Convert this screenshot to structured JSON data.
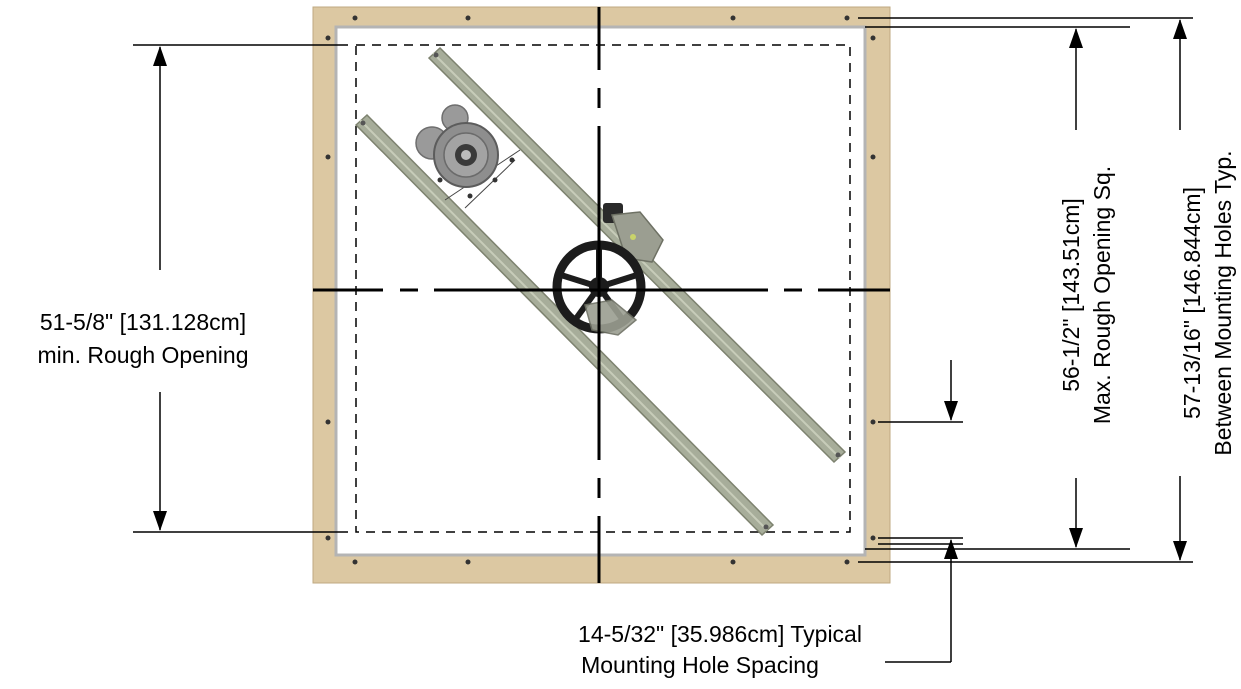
{
  "dimensions": {
    "min_rough_opening": {
      "line1": "51-5/8\" [131.128cm]",
      "line2": "min. Rough Opening"
    },
    "max_rough_opening": {
      "line1": "56-1/2\" [143.51cm]",
      "line2": "Max. Rough Opening Sq."
    },
    "between_mounting_holes": {
      "line1": "57-13/16\" [146.844cm]",
      "line2": "Between Mounting Holes Typ."
    },
    "mounting_hole_spacing": {
      "line1": "14-5/32\" [35.986cm] Typical",
      "line2": "Mounting Hole Spacing"
    }
  },
  "colors": {
    "frame": "#dcc8a2",
    "frame_edge": "#bfa982",
    "opening": "#ffffff",
    "rail": "#a7ad9a",
    "rail_dark": "#7d826f",
    "motor": "#8e8e8e",
    "pulley": "#1c1c1c",
    "lines": "#000000"
  }
}
